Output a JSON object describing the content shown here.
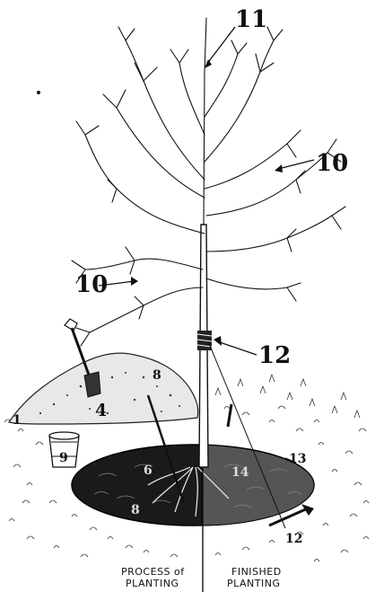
{
  "captions": {
    "left_line1": "PROCESS of",
    "left_line2": "PLANTING",
    "right_line1": "FINISHED",
    "right_line2": "PLANTING"
  },
  "callouts": {
    "leader_top": "11",
    "leader_right_branch": "10",
    "leader_left_branch": "10",
    "wrap": "12",
    "stake": "12",
    "guy_wire": "13",
    "mulch": "14",
    "soil_pile": "4",
    "pail": "9",
    "spade_handle": "8",
    "root_ball": "6",
    "ground_left": "1",
    "pit_edge": "8"
  }
}
